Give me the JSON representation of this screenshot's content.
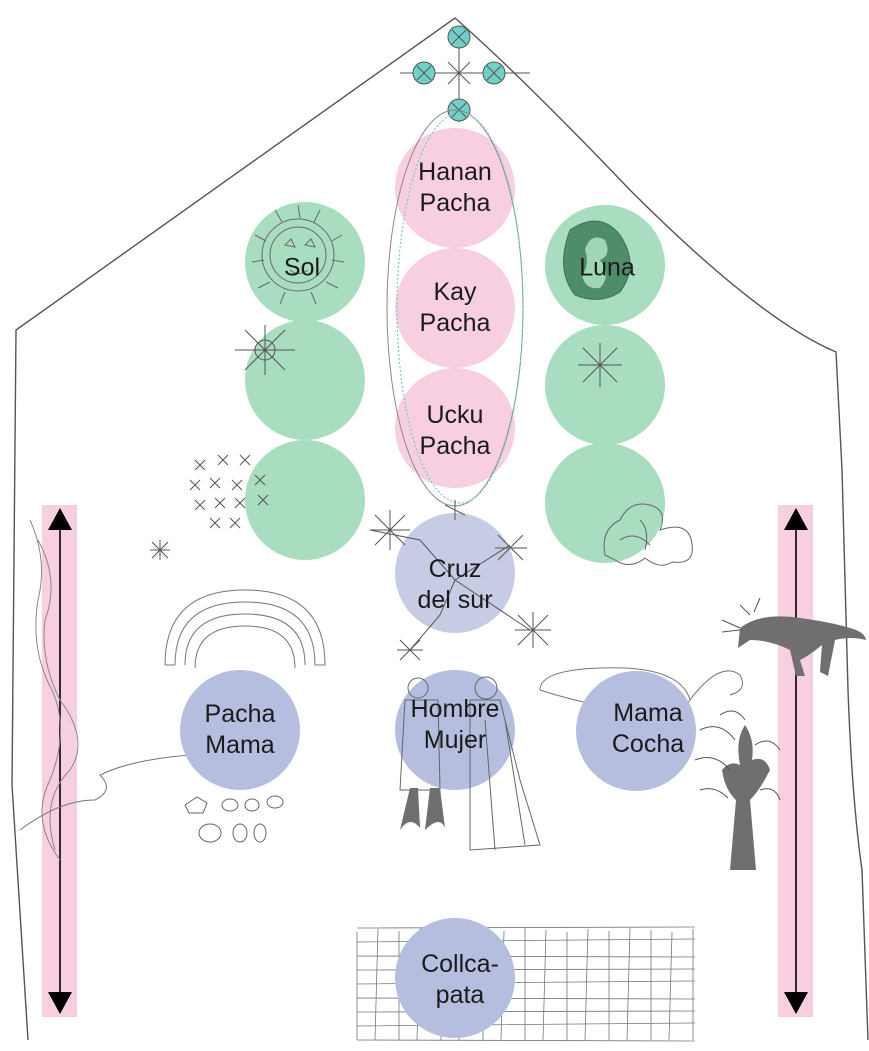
{
  "colors": {
    "pink": "#f7cfe0",
    "green": "#a8ddbf",
    "blue": "#b5bedf",
    "blue_light": "#c6cce4",
    "teal": "#6fd0c8",
    "sketch": "#7a7a7a",
    "dark_fill": "#6f6f6f",
    "moon_dark": "#4f8d6a"
  },
  "icons": {
    "sun": "sun-face-icon",
    "moon": "moon-face-icon",
    "star": "star-icon",
    "cross": "constellation-icon",
    "feline": "feline-icon",
    "tree": "tree-icon",
    "rainbow": "rainbow-icon",
    "grid": "grid-field-icon"
  },
  "nodes": {
    "hanan_pacha": "Hanan\nPacha",
    "kay_pacha": "Kay\nPacha",
    "ucku_pacha": "Ucku\nPacha",
    "sol": "Sol",
    "luna": "Luna",
    "cruz_del_sur": "Cruz\ndel sur",
    "pacha_mama": "Pacha\nMama",
    "hombre_mujer": "Hombre\nMujer",
    "mama_cocha": "Mama\nCocha",
    "collcapata": "Collca-\npata"
  }
}
